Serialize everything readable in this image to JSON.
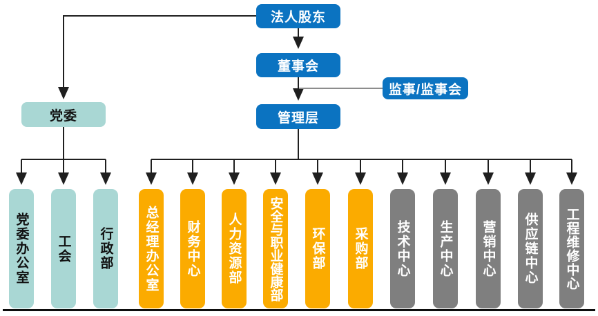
{
  "palette": {
    "blue": "#0b73c1",
    "teal": "#a9d7d4",
    "orange": "#fbab00",
    "gray": "#7f7f7f",
    "connector_black": "#1f1f1f",
    "connector_gray": "#8c8c8c",
    "bottom_rule": "#0d0d0d"
  },
  "top_nodes": {
    "shareholder": "法人股东",
    "board": "董事会",
    "supervisor": "监事/监事会",
    "management": "管理层",
    "party_committee": "党委"
  },
  "departments": [
    {
      "label": "党委办公室",
      "group": "teal"
    },
    {
      "label": "工会",
      "group": "teal"
    },
    {
      "label": "行政部",
      "group": "teal"
    },
    {
      "label": "总经理办公室",
      "group": "orange"
    },
    {
      "label": "财务中心",
      "group": "orange"
    },
    {
      "label": "人力资源部",
      "group": "orange"
    },
    {
      "label": "安全与职业健康部",
      "group": "orange"
    },
    {
      "label": "环保部",
      "group": "orange"
    },
    {
      "label": "采购部",
      "group": "orange"
    },
    {
      "label": "技术中心",
      "group": "gray"
    },
    {
      "label": "生产中心",
      "group": "gray"
    },
    {
      "label": "营销中心",
      "group": "gray"
    },
    {
      "label": "供应链中心",
      "group": "gray"
    },
    {
      "label": "工程维修中心",
      "group": "gray"
    }
  ]
}
